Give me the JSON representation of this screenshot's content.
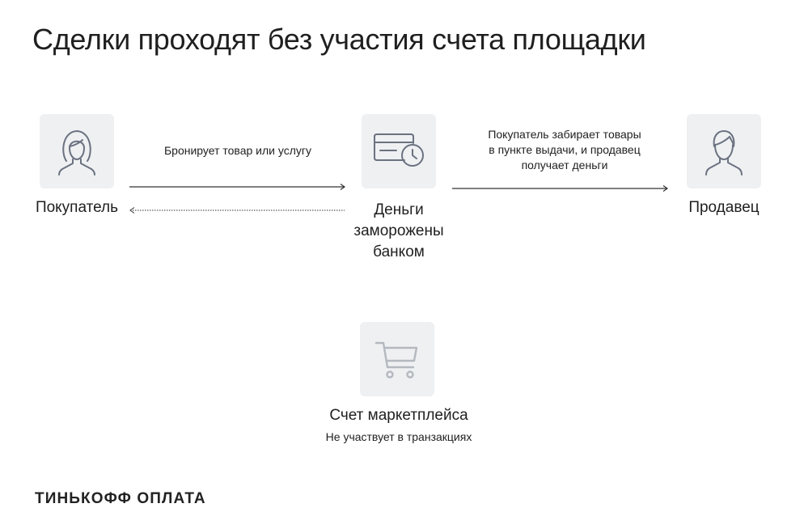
{
  "title": "Сделки проходят без участия счета площадки",
  "nodes": {
    "buyer": {
      "label": "Покупатель",
      "icon": "person-female-icon"
    },
    "bank": {
      "label_lines": [
        "Деньги",
        "заморожены",
        "банком"
      ],
      "icon": "card-clock-icon"
    },
    "seller": {
      "label": "Продавец",
      "icon": "person-male-icon"
    },
    "marketplace": {
      "label": "Счет маркетплейса",
      "sublabel": "Не участвует в транзакциях",
      "icon": "cart-icon"
    }
  },
  "edges": {
    "buyer_to_bank": {
      "label": "Бронирует товар или услугу"
    },
    "bank_to_seller": {
      "label_lines": [
        "Покупатель забирает товары",
        "в пункте выдачи, и продавец",
        "получает деньги"
      ]
    }
  },
  "brand": "ТИНЬКОФФ ОПЛАТА",
  "colors": {
    "tile": "#eef0f2",
    "icon": "#6b7280",
    "icon_muted": "#b4b9c0",
    "text": "#1f1f1f"
  }
}
